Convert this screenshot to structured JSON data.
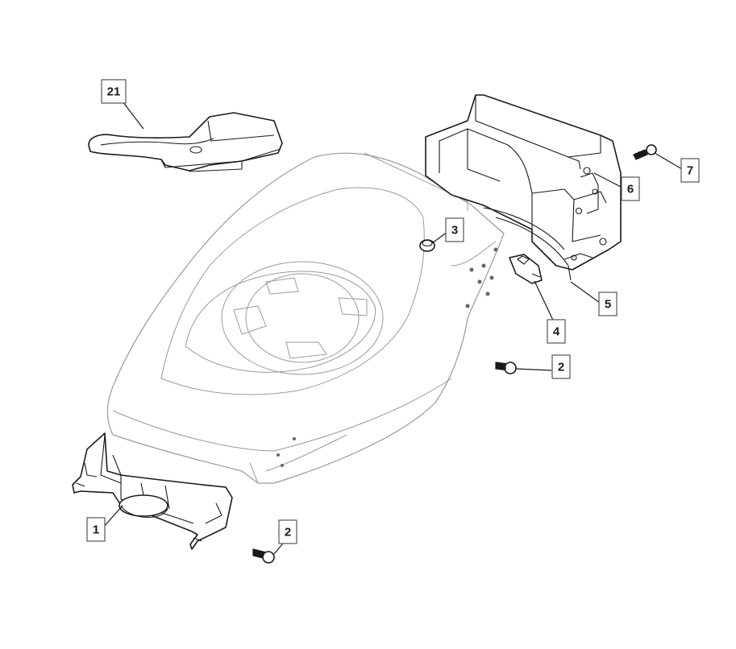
{
  "callouts": [
    {
      "id": "c21",
      "label": "21",
      "part": "grass-bag-handle-cover"
    },
    {
      "id": "c3",
      "label": "3",
      "part": "plug"
    },
    {
      "id": "c6",
      "label": "6",
      "part": "rear-flap-bracket"
    },
    {
      "id": "c7",
      "label": "7",
      "part": "bolt"
    },
    {
      "id": "c5",
      "label": "5",
      "part": "rear-guard"
    },
    {
      "id": "c4",
      "label": "4",
      "part": "clip"
    },
    {
      "id": "c2a",
      "label": "2",
      "part": "screw"
    },
    {
      "id": "c1",
      "label": "1",
      "part": "front-guard"
    },
    {
      "id": "c2b",
      "label": "2",
      "part": "screw"
    }
  ],
  "colors": {
    "line": "#1a1a1a",
    "faint": "#9a9a9a",
    "box_border": "#555555",
    "background": "#ffffff"
  }
}
